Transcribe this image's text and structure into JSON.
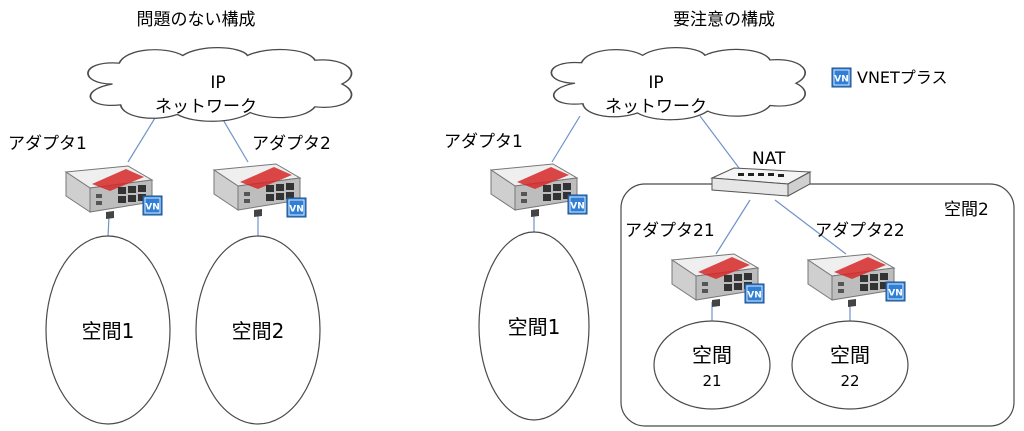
{
  "left": {
    "title": "問題のない構成",
    "cloud": {
      "line1": "IP",
      "line2": "ネットワーク"
    },
    "adapter1": "アダプタ1",
    "adapter2": "アダプタ2",
    "space1": "空間1",
    "space2": "空間2"
  },
  "right": {
    "title": "要注意の構成",
    "cloud": {
      "line1": "IP",
      "line2": "ネットワーク"
    },
    "legend": "VNETプラス",
    "nat": "NAT",
    "adapter1": "アダプタ1",
    "space1": "空間1",
    "space2_box": "空間2",
    "adapter21": "アダプタ21",
    "adapter22": "アダプタ22",
    "space21": {
      "line1": "空間",
      "line2": "21"
    },
    "space22": {
      "line1": "空間",
      "line2": "22"
    }
  },
  "badge": {
    "text": "VN"
  },
  "colors": {
    "link": "#6f94c9",
    "badge": "#2f7fd6",
    "device_body": "#d9d9d9",
    "device_stripe": "#d62828"
  }
}
